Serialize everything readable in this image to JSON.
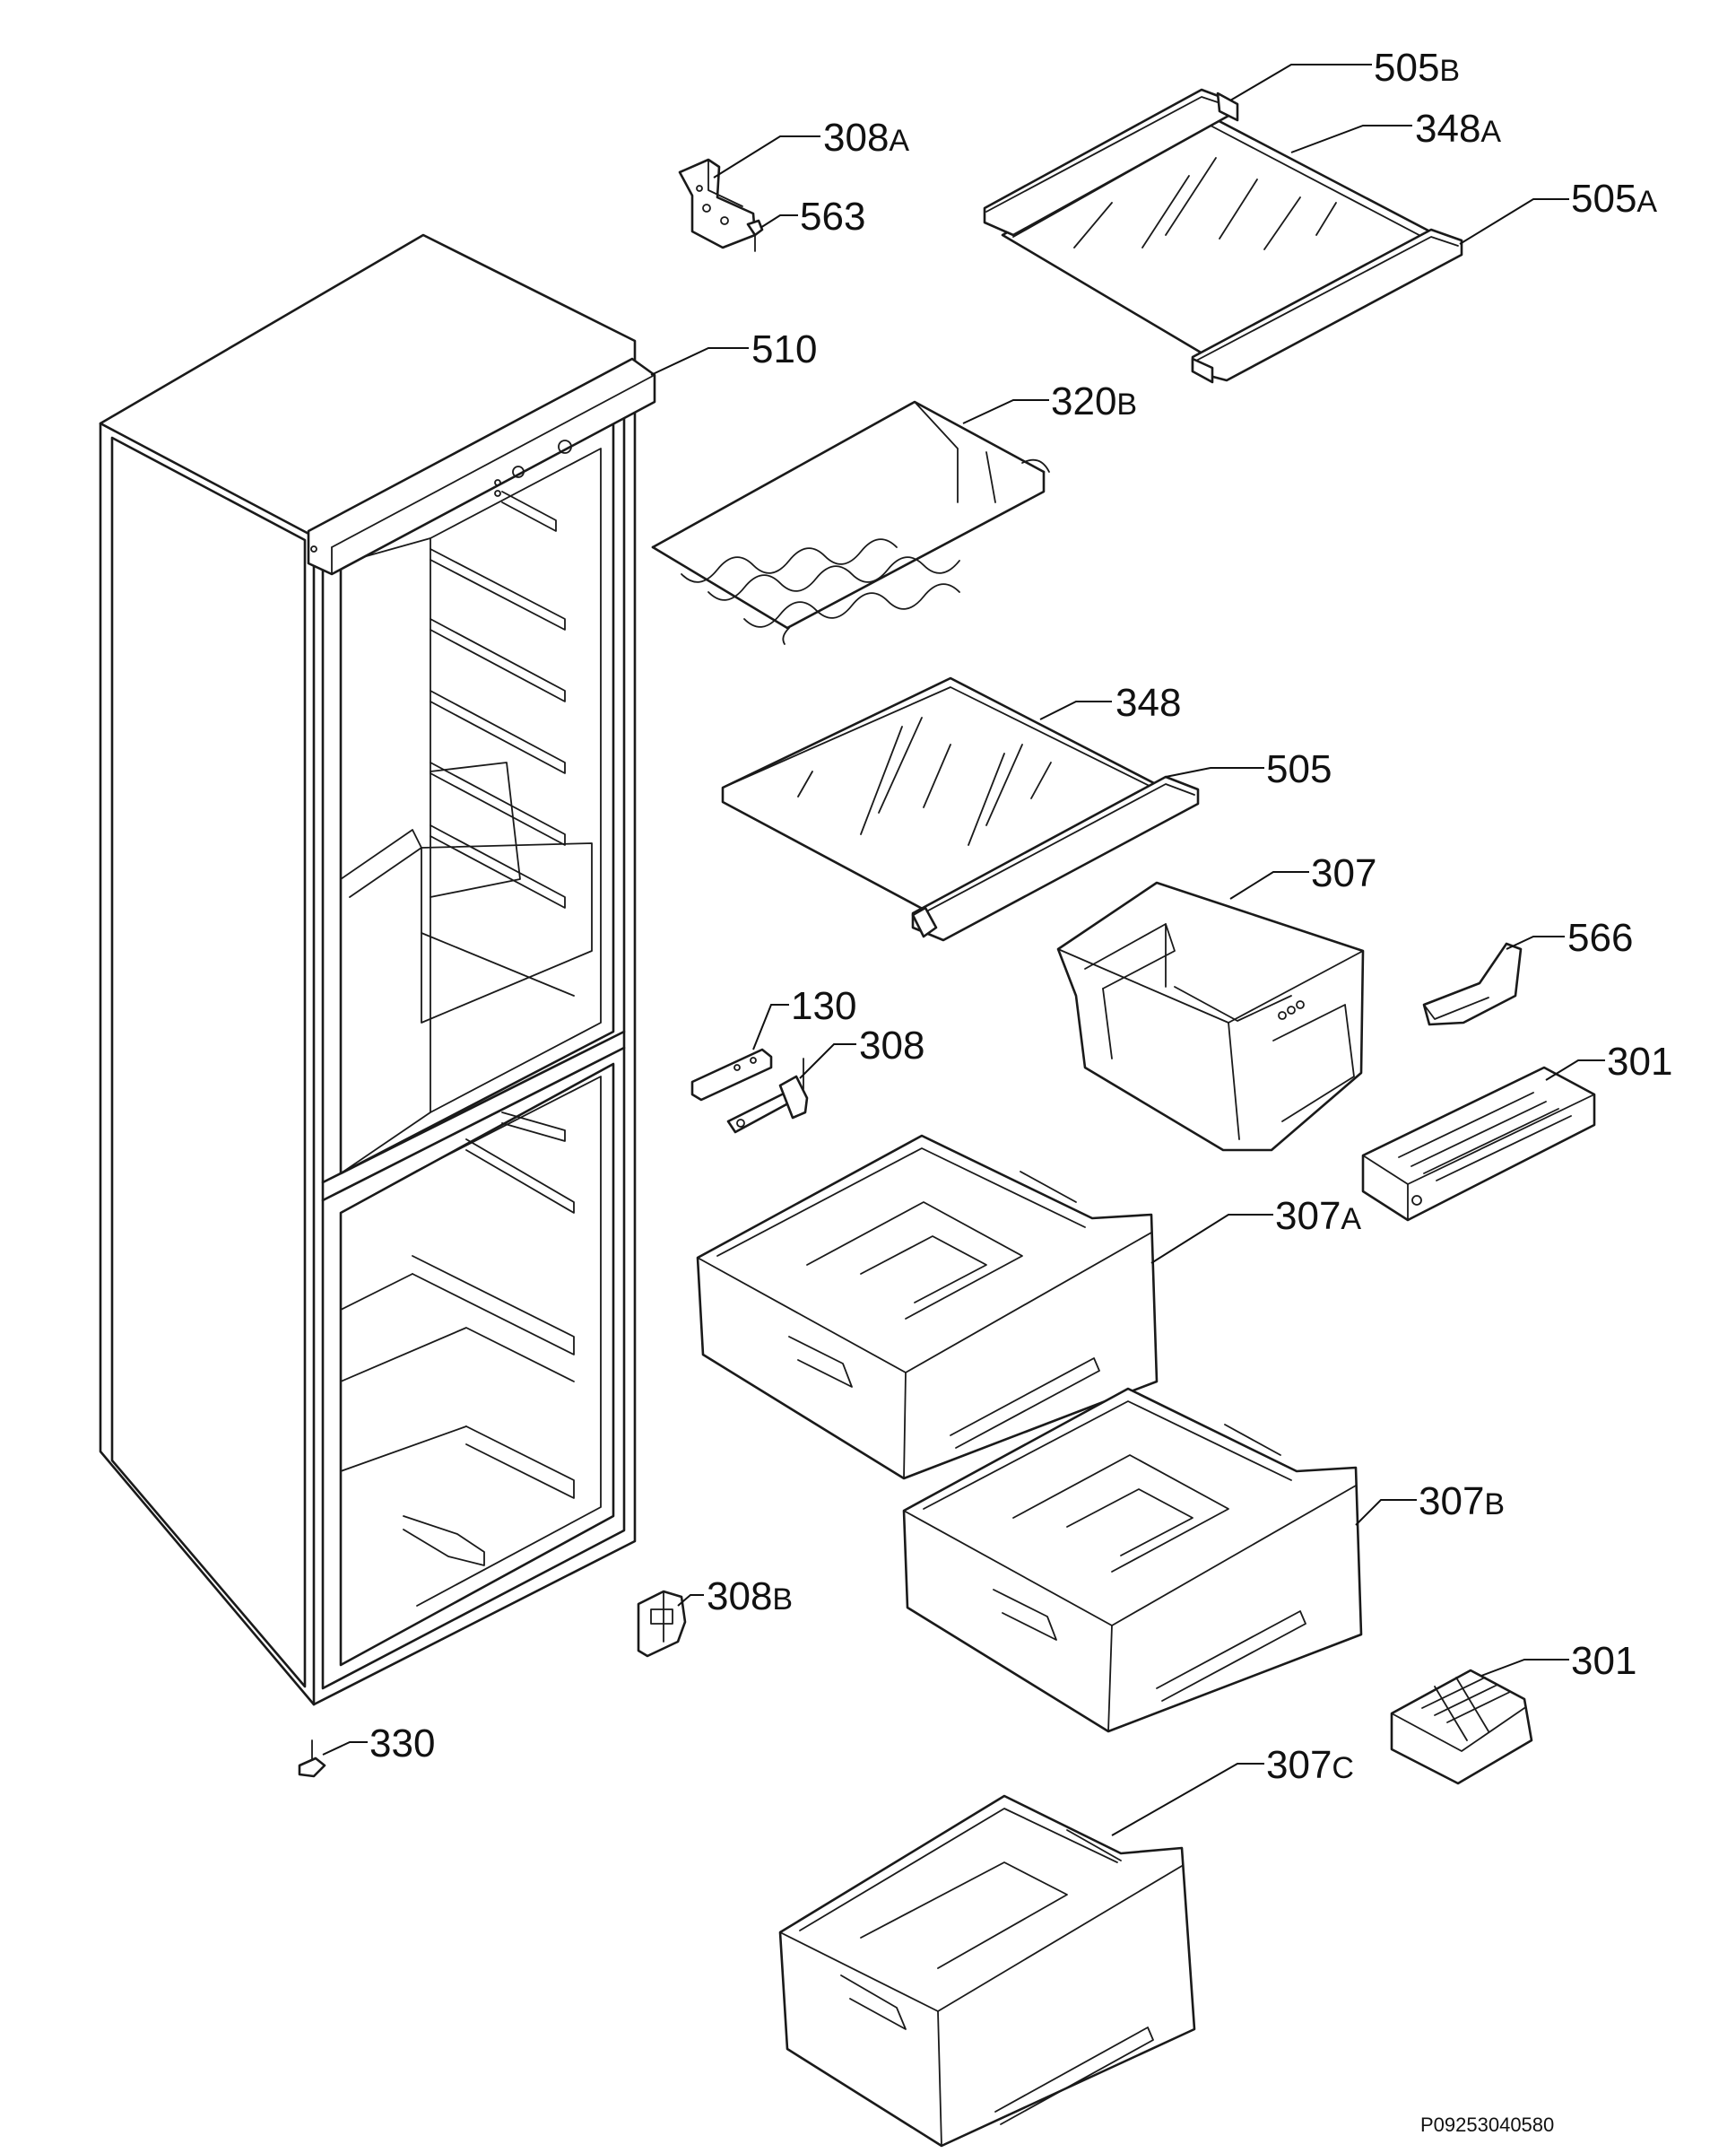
{
  "labels": {
    "l_505b": {
      "num": "505",
      "suffix": "B"
    },
    "l_348a": {
      "num": "348",
      "suffix": "A"
    },
    "l_505a": {
      "num": "505",
      "suffix": "A"
    },
    "l_308a": {
      "num": "308",
      "suffix": "A"
    },
    "l_563": {
      "num": "563",
      "suffix": ""
    },
    "l_510": {
      "num": "510",
      "suffix": ""
    },
    "l_320b": {
      "num": "320",
      "suffix": "B"
    },
    "l_348": {
      "num": "348",
      "suffix": ""
    },
    "l_505": {
      "num": "505",
      "suffix": ""
    },
    "l_307": {
      "num": "307",
      "suffix": ""
    },
    "l_566": {
      "num": "566",
      "suffix": ""
    },
    "l_130": {
      "num": "130",
      "suffix": ""
    },
    "l_308": {
      "num": "308",
      "suffix": ""
    },
    "l_301_tray": {
      "num": "301",
      "suffix": ""
    },
    "l_307a": {
      "num": "307",
      "suffix": "A"
    },
    "l_307b": {
      "num": "307",
      "suffix": "B"
    },
    "l_308b": {
      "num": "308",
      "suffix": "B"
    },
    "l_301_ice": {
      "num": "301",
      "suffix": ""
    },
    "l_330": {
      "num": "330",
      "suffix": ""
    },
    "l_307c": {
      "num": "307",
      "suffix": "C"
    }
  },
  "document_code": "P09253040580"
}
